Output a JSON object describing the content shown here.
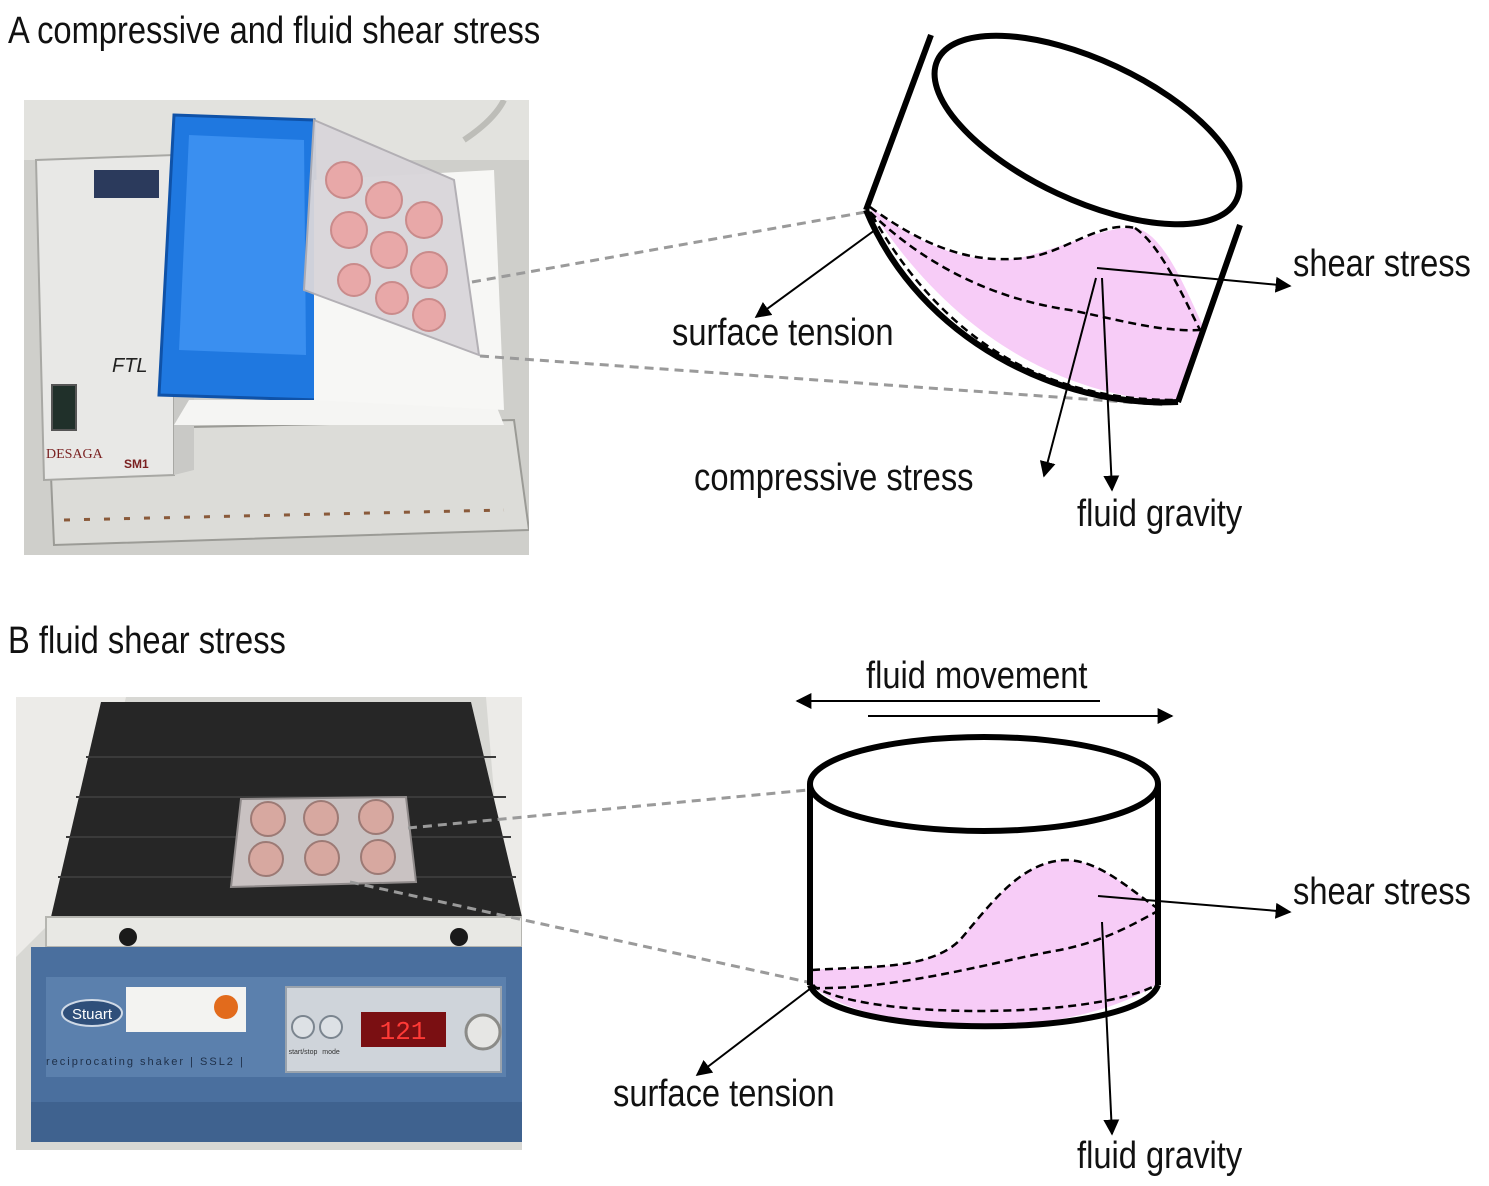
{
  "panel_a": {
    "title": "A compressive and fluid shear stress",
    "photo": {
      "device_brand": "DESAGA",
      "device_model": "SM1",
      "handwritten": "FTL"
    },
    "labels": {
      "shear_stress": "shear stress",
      "surface_tension": "surface tension",
      "compressive_stress": "compressive stress",
      "fluid_gravity": "fluid gravity"
    }
  },
  "panel_b": {
    "title": "B fluid shear stress",
    "photo": {
      "brand": "Stuart",
      "model_text": "reciprocating shaker | SSL2 |",
      "buttons": [
        "start/stop",
        "mode"
      ],
      "display": "121"
    },
    "labels": {
      "fluid_movement": "fluid movement",
      "shear_stress": "shear stress",
      "surface_tension": "surface tension",
      "fluid_gravity": "fluid gravity"
    }
  },
  "colors": {
    "fluid_fill": "#f7ccf7",
    "outline": "#000000",
    "connector": "#9a9a9a",
    "tray_blue": "#1f78e0",
    "shaker_blue": "#4a6f9e"
  }
}
